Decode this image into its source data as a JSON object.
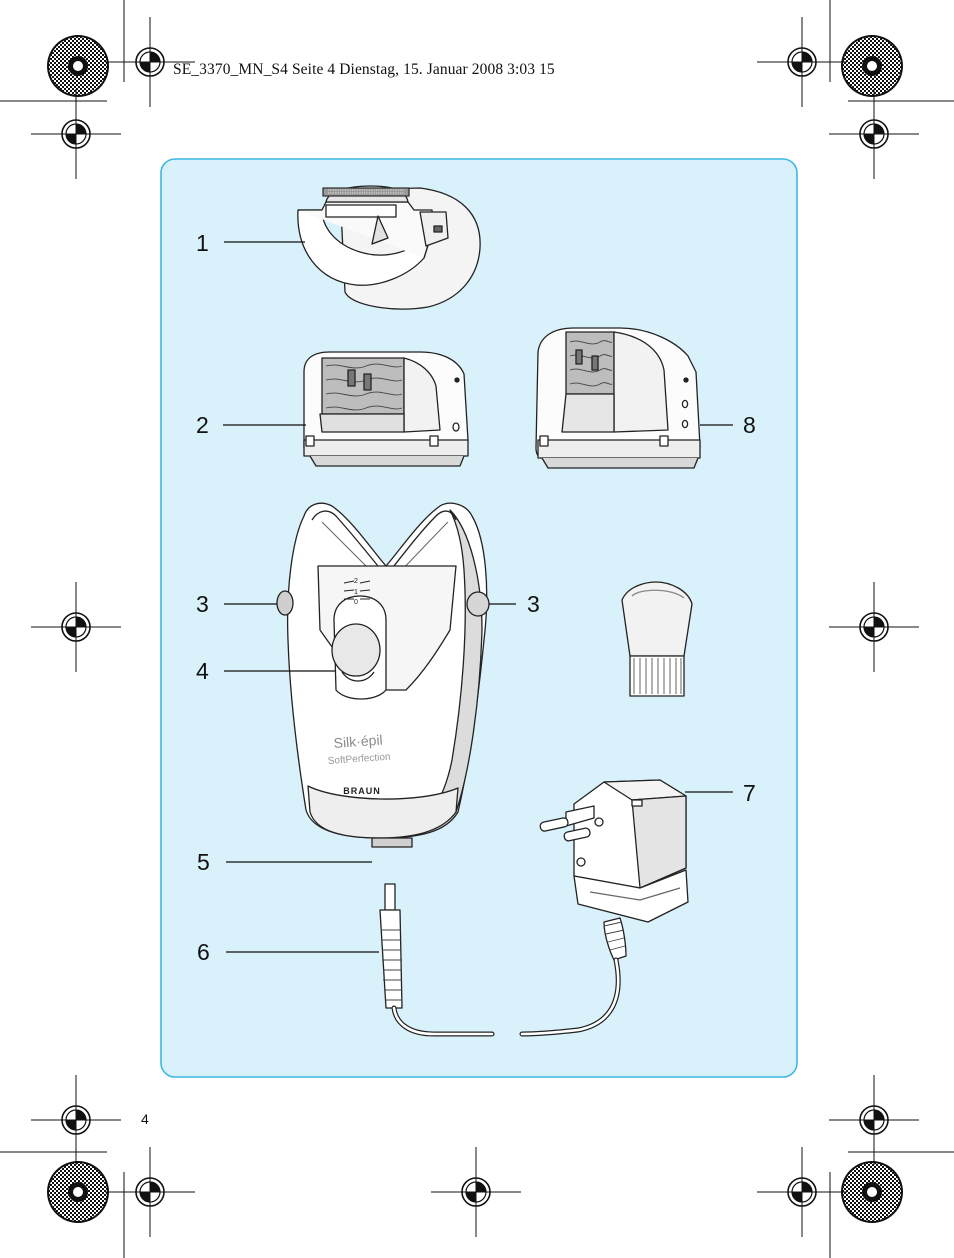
{
  "header": {
    "slug_text": "SE_3370_MN_S4  Seite 4  Dienstag, 15. Januar 2008  3:03 15"
  },
  "figure": {
    "labels": {
      "part1": "1",
      "part2": "2",
      "part3_left": "3",
      "part3_right": "3",
      "part4": "4",
      "part5": "5",
      "part6": "6",
      "part7": "7",
      "part8": "8"
    },
    "device": {
      "brand_line1": "Silk·épil",
      "brand_line2": "SoftPerfection",
      "logo": "BRAUN",
      "switch_2": "2",
      "switch_1": "1",
      "switch_0": "0"
    },
    "panel_color": "#d9f1fa",
    "panel_border_color": "#3fb7e0"
  },
  "footer": {
    "page_number": "4"
  }
}
